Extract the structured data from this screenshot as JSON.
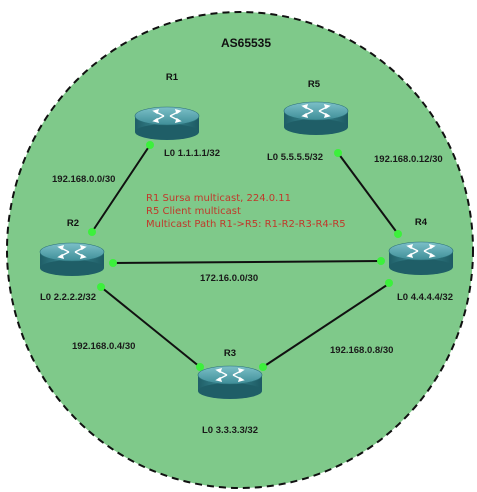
{
  "as_label": "AS65535",
  "notes": [
    "R1 Sursa multicast, 224.0.11",
    "R5 Client multicast",
    "Multicast Path R1->R5: R1-R2-R3-R4-R5"
  ],
  "routers": [
    {
      "id": "R1",
      "name": "R1",
      "loopback": "L0 1.1.1.1/32"
    },
    {
      "id": "R5",
      "name": "R5",
      "loopback": "L0 5.5.5.5/32"
    },
    {
      "id": "R2",
      "name": "R2",
      "loopback": "L0 2.2.2.2/32"
    },
    {
      "id": "R4",
      "name": "R4",
      "loopback": "L0 4.4.4.4/32"
    },
    {
      "id": "R3",
      "name": "R3",
      "loopback": "L0 3.3.3.3/32"
    }
  ],
  "links": [
    {
      "from": "R1",
      "to": "R2",
      "subnet": "192.168.0.0/30"
    },
    {
      "from": "R5",
      "to": "R4",
      "subnet": "192.168.0.12/30"
    },
    {
      "from": "R2",
      "to": "R4",
      "subnet": "172.16.0.0/30"
    },
    {
      "from": "R2",
      "to": "R3",
      "subnet": "192.168.0.4/30"
    },
    {
      "from": "R3",
      "to": "R4",
      "subnet": "192.168.0.8/30"
    }
  ],
  "colors": {
    "as_fill": "#7fc98a",
    "router_body": "#2f7a84",
    "router_top": "#5ea9b2",
    "link": "#111111",
    "port_dot": "#3cf03c",
    "note_text": "#c0392b"
  }
}
